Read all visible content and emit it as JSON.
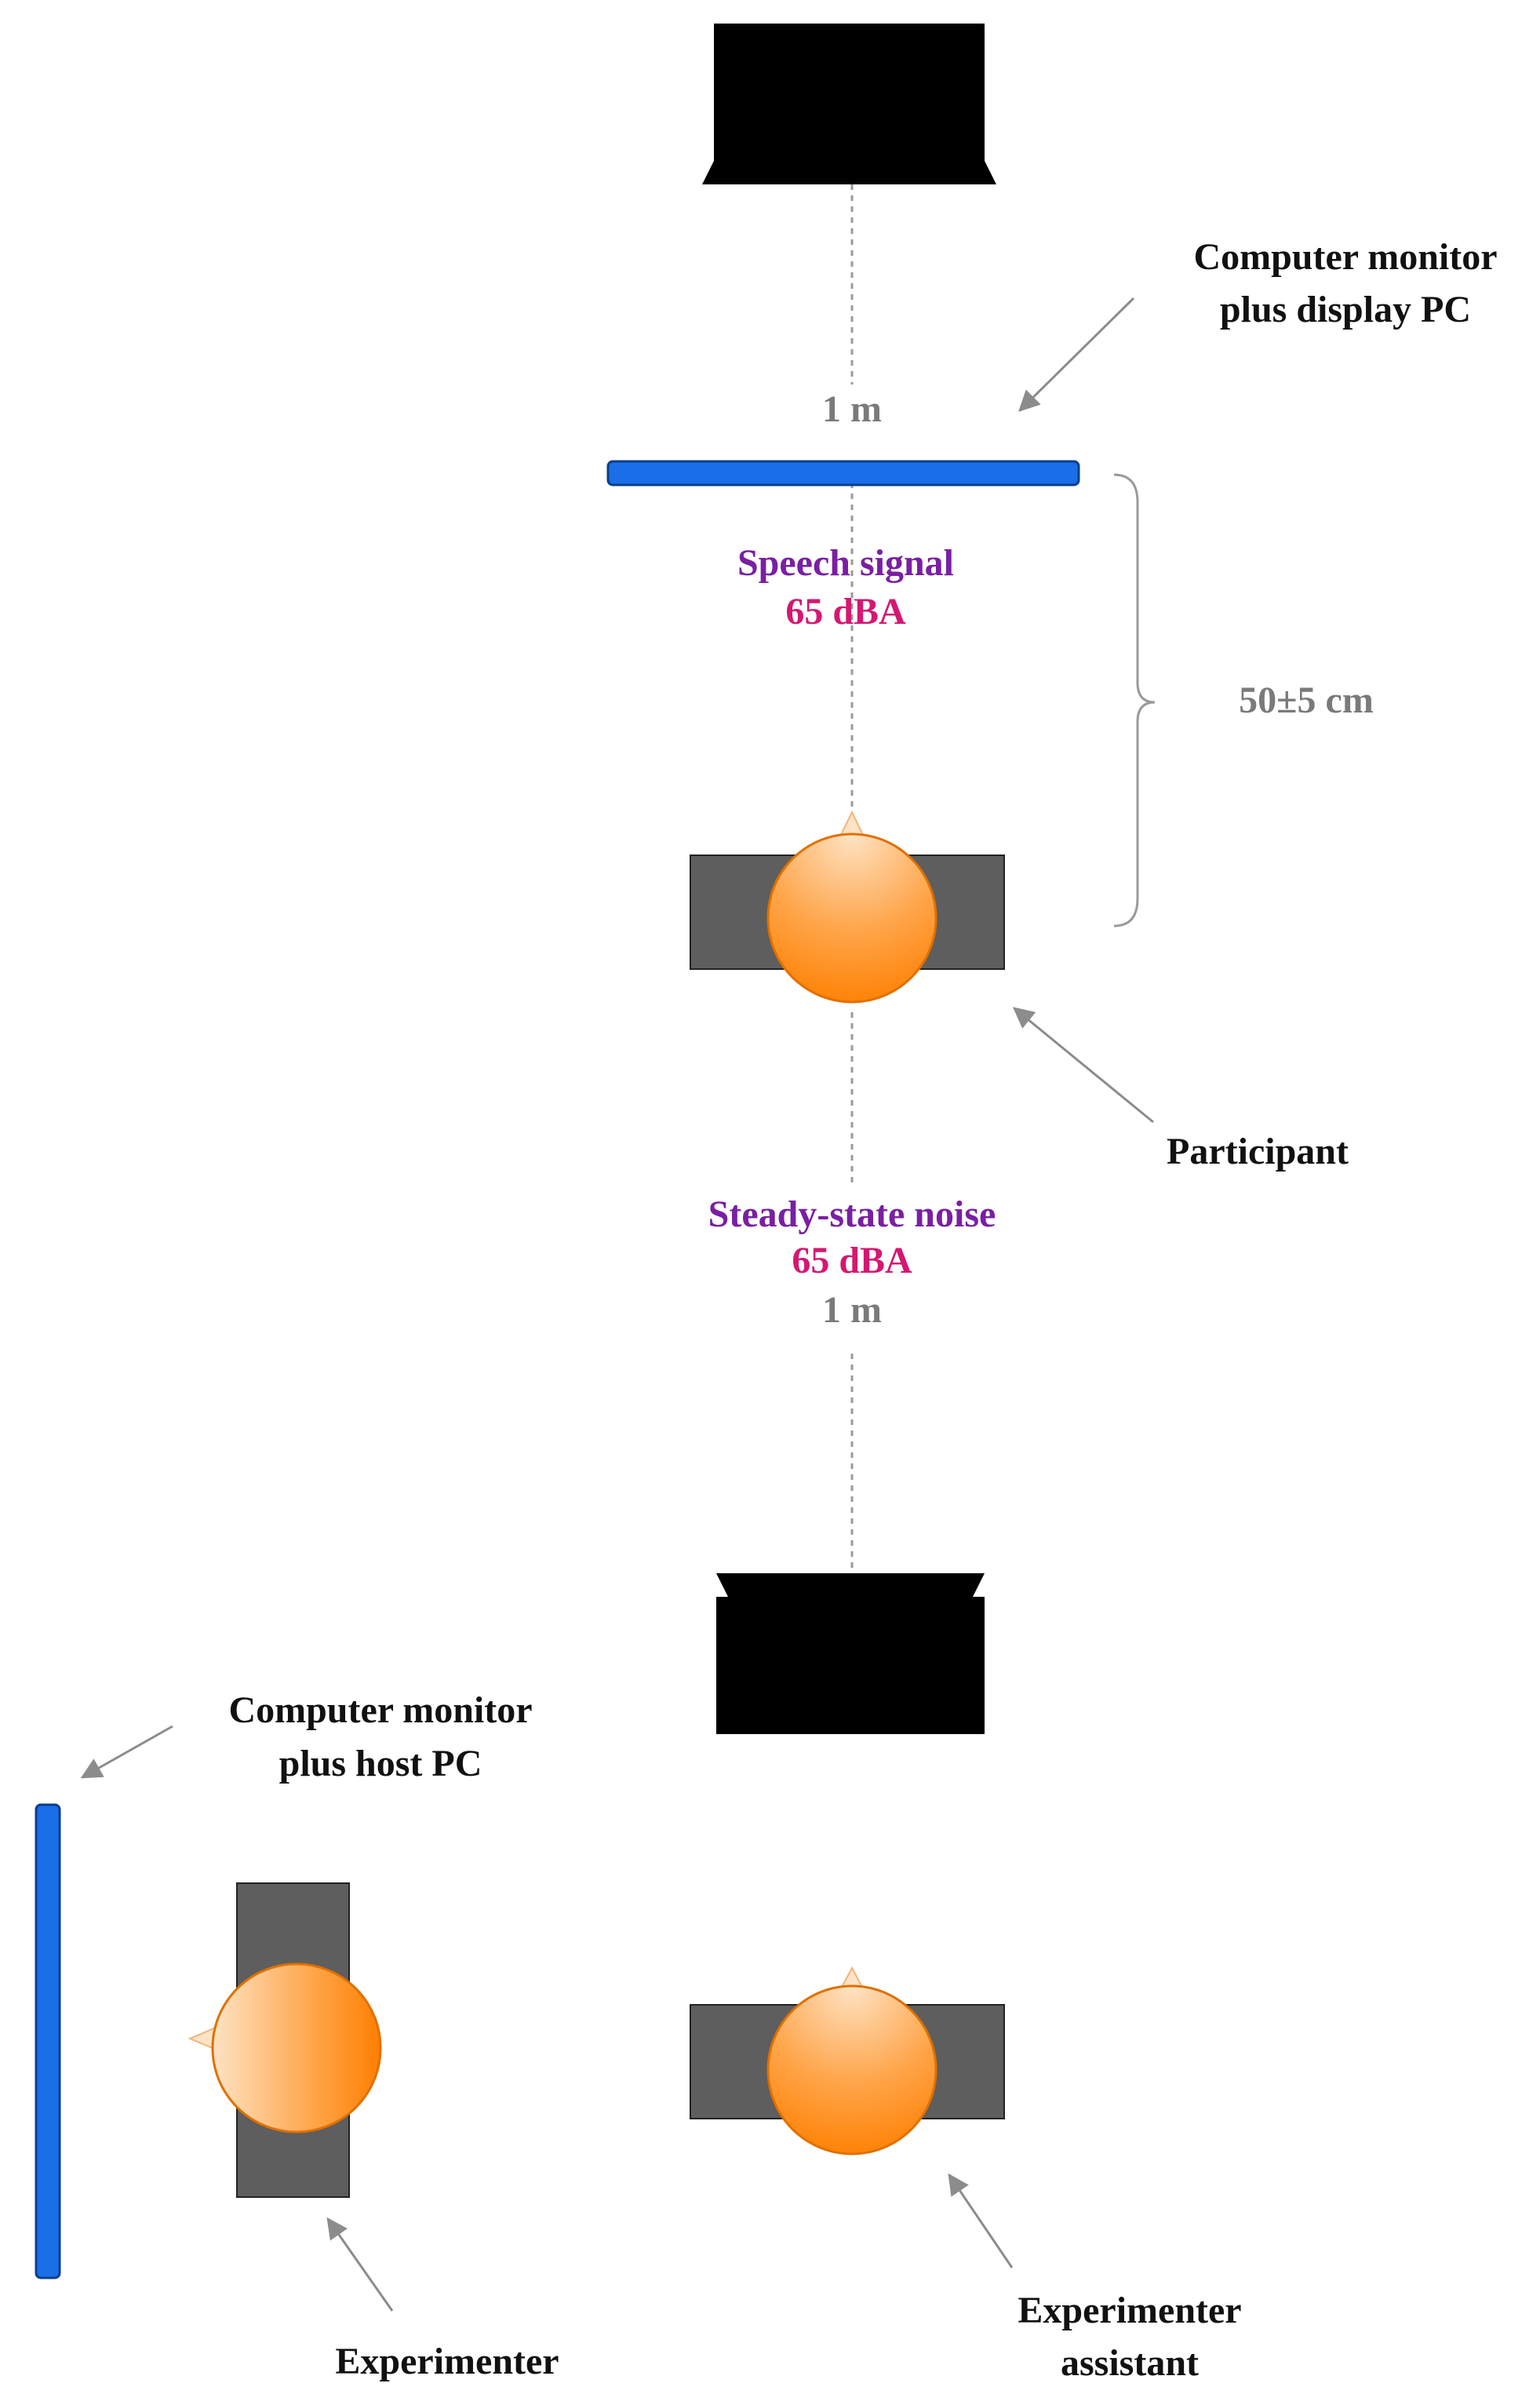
{
  "labels": {
    "display_monitor": [
      "Computer monitor",
      "plus display PC"
    ],
    "host_monitor": [
      "Computer monitor",
      "plus host PC"
    ],
    "distance_top": "1 m",
    "speech_signal": "Speech signal",
    "speech_level": "65 dBA",
    "seat_distance": "50±5 cm",
    "participant": "Participant",
    "noise_signal": "Steady-state noise",
    "noise_level": "65 dBA",
    "distance_bottom": "1 m",
    "experimenter": "Experimenter",
    "assistant": [
      "Experimenter",
      "assistant"
    ]
  },
  "colors": {
    "speaker": "#000000",
    "monitor": "#1a6ee8",
    "chair": "#5e5e5e",
    "head_light": "#fde3c4",
    "head_dark": "#ff8000",
    "annotation_grey": "#7a7a7a",
    "signal_purple": "#7a1fa2",
    "level_magenta": "#d41872"
  }
}
